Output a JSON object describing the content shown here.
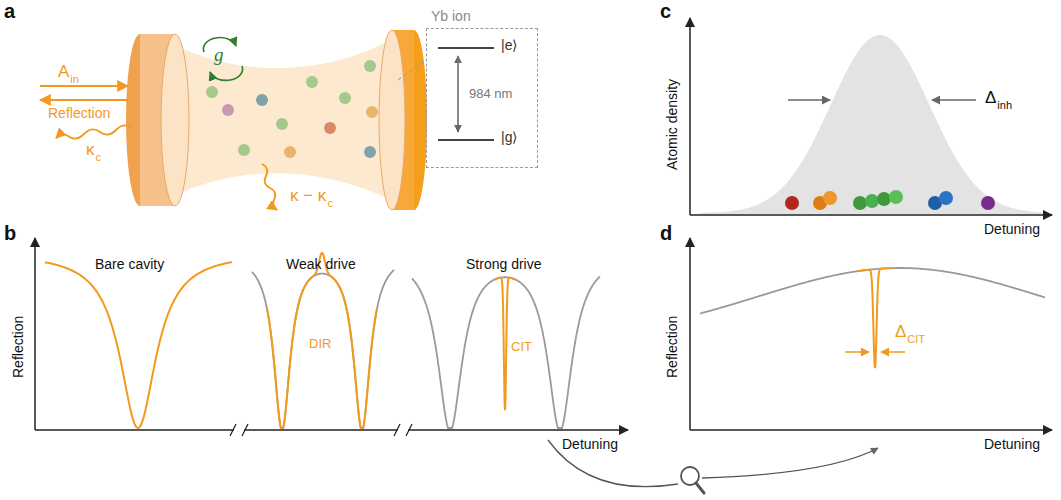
{
  "diagram": {
    "nodes": [
      {
        "text": [
          "Yb ion",
          "|e⟩",
          "|g⟩",
          "984 nm"
        ]
      }
    ],
    "labels": [
      "a",
      "A",
      "in",
      "Reflection",
      "κ",
      "c",
      "κ − κ",
      "c",
      "g",
      "b",
      "Reflection",
      "Bare cavity",
      "Weak drive",
      "Strong drive",
      "DIR",
      "CIT",
      "Detuning",
      "c",
      "Atomic density",
      "Detuning",
      "Δ",
      "inh",
      "d",
      "Reflection",
      "Detuning",
      "Δ",
      "CIT"
    ]
  }
}
